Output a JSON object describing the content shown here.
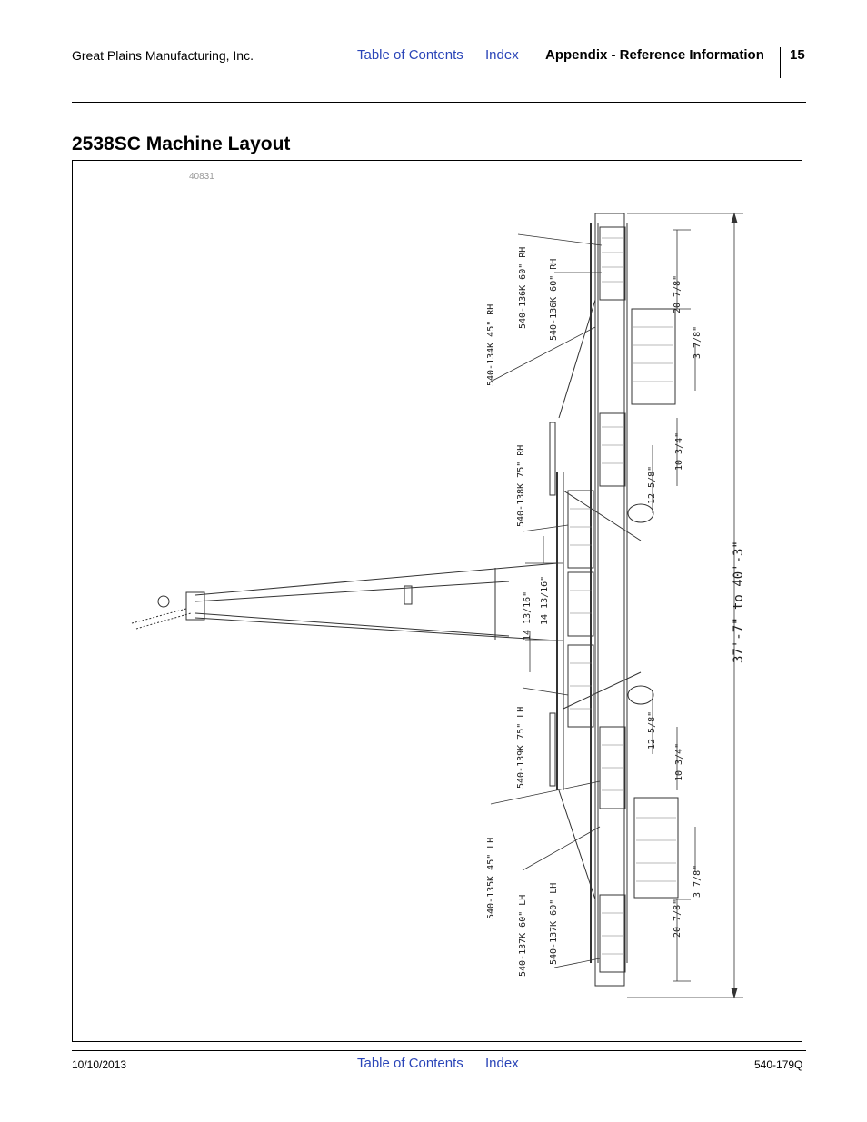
{
  "header": {
    "company": "Great Plains Manufacturing, Inc.",
    "toc_link": "Table of Contents",
    "index_link": "Index",
    "section": "Appendix - Reference Information",
    "page_number": "15"
  },
  "title": "2538SC Machine Layout",
  "figure": {
    "id": "40831",
    "part_labels": [
      "540-136K 60\" RH",
      "540-136K 60\" RH",
      "540-134K 45\" RH",
      "540-138K 75\" RH",
      "540-139K 75\" LH",
      "540-135K 45\" LH",
      "540-137K 60\" LH",
      "540-137K 60\" LH"
    ],
    "dimensions": {
      "d_20_7_8_top": "20 7/8\"",
      "d_3_7_8_top": "3 7/8\"",
      "d_10_3_4_top": "10 3/4\"",
      "d_12_5_8_top": "12 5/8\"",
      "d_14_13_16_a": "14 13/16\"",
      "d_14_13_16_b": "14 13/16\"",
      "d_12_5_8_bot": "12 5/8\"",
      "d_10_3_4_bot": "10 3/4\"",
      "d_3_7_8_bot": "3 7/8\"",
      "d_20_7_8_bot": "20 7/8\"",
      "overall_width": "37'-7\" to 40'-3\""
    }
  },
  "footer": {
    "date": "10/10/2013",
    "toc_link": "Table of Contents",
    "index_link": "Index",
    "doc_number": "540-179Q"
  }
}
